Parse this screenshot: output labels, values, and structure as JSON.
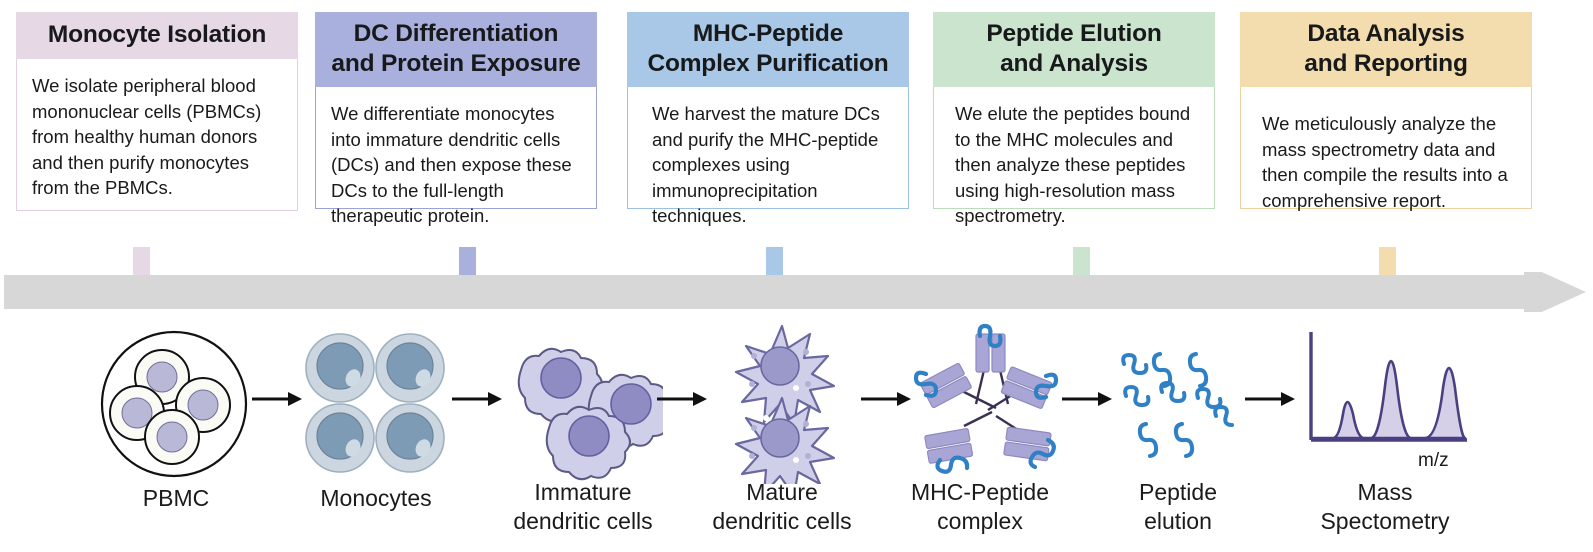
{
  "steps": [
    {
      "title": "Monocyte Isolation",
      "title_lines": [
        "Monocyte Isolation"
      ],
      "body": "We isolate peripheral blood mononuclear cells (PBMCs) from healthy human donors and then purify monocytes from the PBMCs.",
      "header_color": "#e7d8e6",
      "border_color": "#e3cfe0",
      "stub_color": "#e7d8e6"
    },
    {
      "title": "DC Differentiation and Protein Exposure",
      "title_lines": [
        "DC Differentiation",
        "and Protein Exposure"
      ],
      "body": "We differentiate monocytes into immature dendritic cells (DCs) and then expose these DCs to the full-length therapeutic protein.",
      "header_color": "#aab0dd",
      "border_color": "#9aa3d4",
      "stub_color": "#aab0dd"
    },
    {
      "title": "MHC-Peptide Complex Purification",
      "title_lines": [
        "MHC-Peptide",
        "Complex Purification"
      ],
      "body": "We harvest the mature DCs and purify the MHC-peptide complexes using immunoprecipitation techniques.",
      "header_color": "#a9c8e8",
      "border_color": "#9cc0e4",
      "stub_color": "#a9c8e8"
    },
    {
      "title": "Peptide Elution and Analysis",
      "title_lines": [
        "Peptide Elution",
        "and Analysis"
      ],
      "body": "We elute the peptides bound to the MHC molecules and then analyze these peptides using high-resolution mass spectrometry.",
      "header_color": "#cbe4cd",
      "border_color": "#bcdcc0",
      "stub_color": "#cbe4cd"
    },
    {
      "title": "Data Analysis and Reporting",
      "title_lines": [
        "Data Analysis",
        "and Reporting"
      ],
      "body": "We meticulously analyze the mass spectrometry data and then compile the results into a comprehensive report.",
      "header_color": "#f3dcad",
      "border_color": "#eed3a0",
      "stub_color": "#f3dcad"
    }
  ],
  "timeline": {
    "color": "#d7d7d7",
    "direction": "left-to-right"
  },
  "pipeline": [
    {
      "icon": "pbmc-cluster-icon",
      "caption_lines": [
        "PBMC"
      ]
    },
    {
      "icon": "monocytes-icon",
      "caption_lines": [
        "Monocytes"
      ]
    },
    {
      "icon": "immature-dendritic-cells-icon",
      "caption_lines": [
        "Immature",
        "dendritic cells"
      ]
    },
    {
      "icon": "mature-dendritic-cells-icon",
      "caption_lines": [
        "Mature",
        "dendritic cells"
      ]
    },
    {
      "icon": "mhc-peptide-complex-icon",
      "caption_lines": [
        "MHC-Peptide",
        "complex"
      ]
    },
    {
      "icon": "peptide-elution-icon",
      "caption_lines": [
        "Peptide",
        "elution"
      ]
    },
    {
      "icon": "mass-spectrometry-icon",
      "caption_lines": [
        "Mass",
        "Spectometry"
      ]
    }
  ],
  "mass_spec": {
    "axis_label": "m/z",
    "peak_fill": "#d6cfe8",
    "peak_stroke": "#4a3f80"
  },
  "palette": {
    "arrow_black": "#111111",
    "peptide_blue": "#2f80c4",
    "mhc_purple": "#a9a6d6",
    "monocyte_outer": "#ccd6e0",
    "monocyte_nucleus": "#7e9bb5",
    "dc_fill": "#cfcfe9",
    "dc_nucleus": "#8f8cc4",
    "dc_stroke": "#5b5a86"
  }
}
